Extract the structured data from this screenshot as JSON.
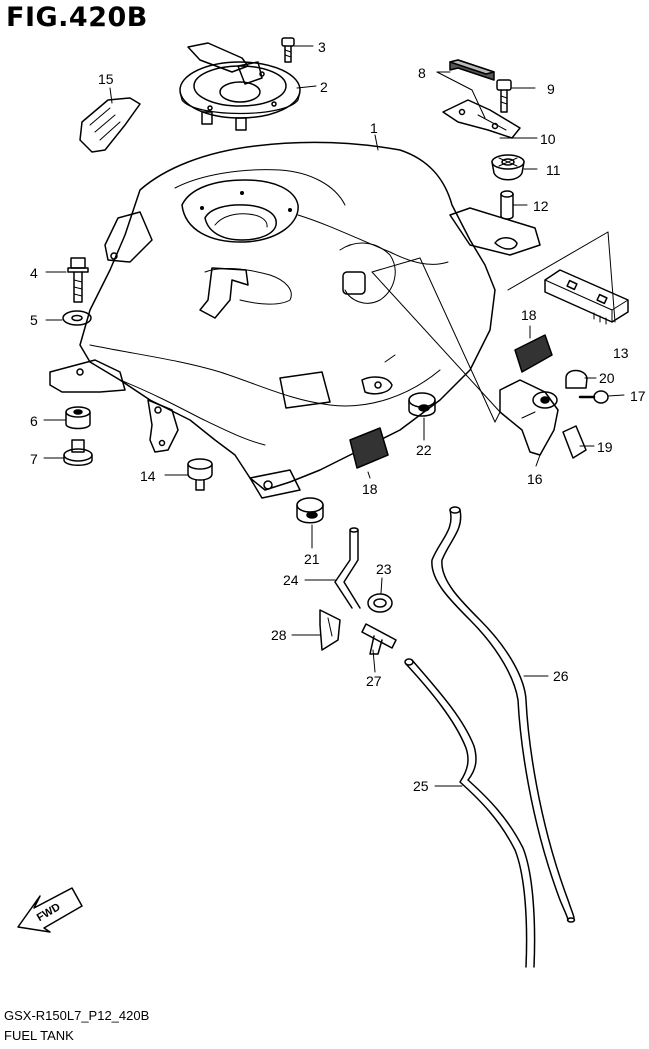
{
  "figure": {
    "title": "FIG.420B",
    "code": "GSX-R150L7_P12_420B",
    "name": "FUEL TANK",
    "fwd_label": "FWD"
  },
  "callouts": [
    "1",
    "2",
    "3",
    "4",
    "5",
    "6",
    "7",
    "8",
    "9",
    "10",
    "11",
    "12",
    "13",
    "14",
    "15",
    "16",
    "17",
    "18",
    "18",
    "19",
    "20",
    "21",
    "22",
    "23",
    "24",
    "25",
    "26",
    "27",
    "28"
  ]
}
